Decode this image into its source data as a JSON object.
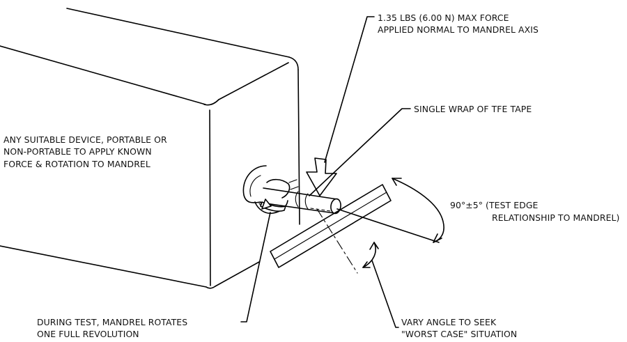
{
  "labels": {
    "force_line1": "1.35 LBS (6.00 N) MAX FORCE",
    "force_line2": "APPLIED NORMAL TO MANDREL AXIS",
    "tape": "SINGLE WRAP OF TFE TAPE",
    "device_line1": "ANY SUITABLE DEVICE, PORTABLE OR",
    "device_line2": "NON-PORTABLE TO APPLY KNOWN",
    "device_line3": "FORCE & ROTATION TO MANDREL",
    "angle_line1": "90°±5° (TEST EDGE",
    "angle_line2": "RELATIONSHIP TO MANDREL)",
    "rotate_line1": "DURING TEST, MANDREL ROTATES",
    "rotate_line2": "ONE FULL REVOLUTION",
    "vary_line1": "VARY ANGLE TO SEEK",
    "vary_line2": "\"WORST CASE\" SITUATION"
  }
}
